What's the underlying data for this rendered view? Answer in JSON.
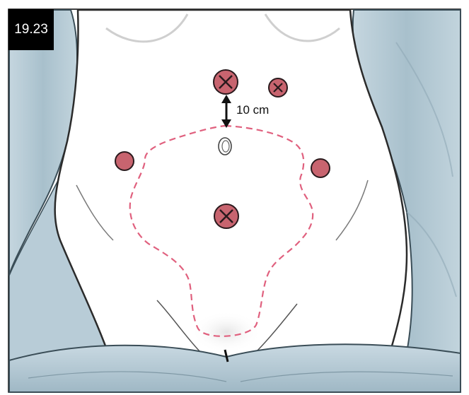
{
  "figure": {
    "label": "19.23",
    "measurement_label": "10 cm"
  },
  "colors": {
    "port_fill": "#c8646f",
    "port_stroke": "#2a1a1d",
    "dashed_outline": "#e0607e",
    "drape": "#a9c2cf",
    "skin": "#ffffff",
    "outline": "#2b2b2b"
  },
  "elements": [
    "patient-abdomen",
    "surgical-drapes",
    "umbilicus",
    "port-sites",
    "dashed-incision-outline",
    "distance-arrow"
  ]
}
